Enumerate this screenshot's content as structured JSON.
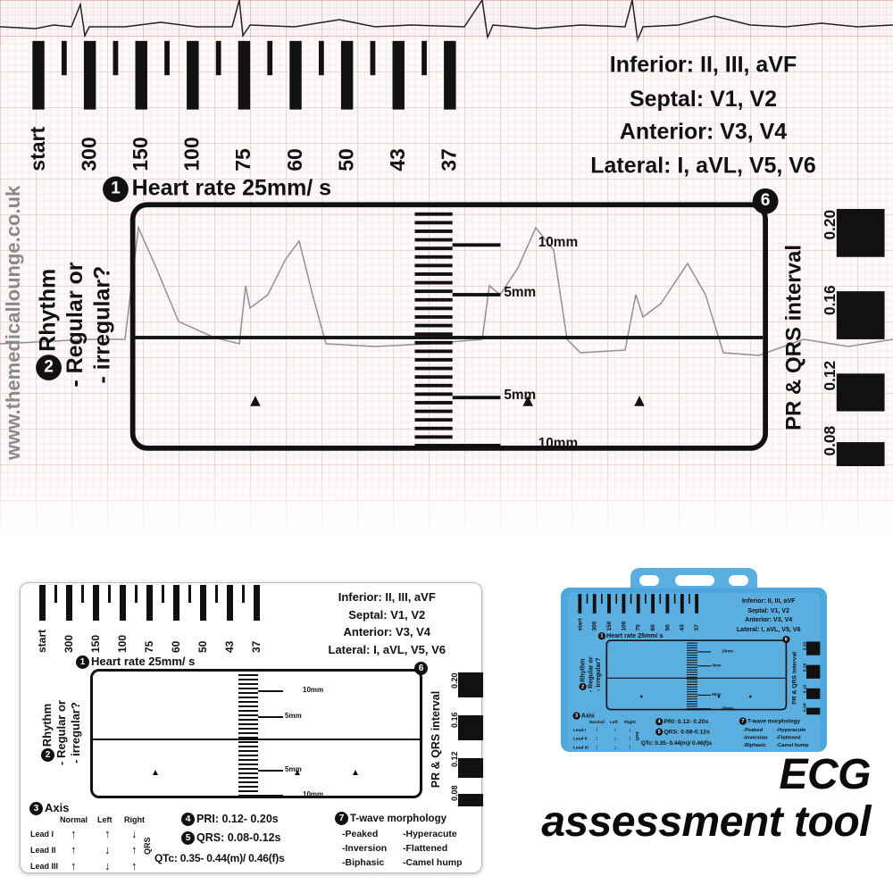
{
  "card": {
    "ruler_labels": [
      "start",
      "300",
      "150",
      "100",
      "75",
      "60",
      "50",
      "43",
      "37"
    ],
    "territories": [
      "Inferior: II, III, aVF",
      "Septal: V1, V2",
      "Anterior: V3, V4",
      "Lateral: I, aVL, V5, V6"
    ],
    "heart_rate": {
      "number": "1",
      "label": "Heart rate 25mm/ s"
    },
    "rhythm": {
      "number": "2",
      "title": "Rhythm",
      "line1": "- Regular or",
      "line2": "- irregular?"
    },
    "box_number": "6",
    "mm_labels": [
      "10mm",
      "5mm",
      "5mm",
      "10mm"
    ],
    "interval": {
      "title": "PR & QRS interval",
      "values": [
        "0.20",
        "0.16",
        "0.12",
        "0.08"
      ]
    },
    "axis": {
      "number": "3",
      "title": "Axis",
      "columns": [
        "Normal",
        "Left",
        "Right"
      ],
      "leads": [
        "Lead I",
        "Lead II",
        "Lead III"
      ],
      "arrows": [
        [
          "↑",
          "↑",
          "↓"
        ],
        [
          "↑",
          "↓",
          "↑"
        ],
        [
          "↑",
          "↓",
          "↑"
        ]
      ],
      "qrs_label": "QRS"
    },
    "pri": {
      "number": "4",
      "label": "PRI: 0.12- 0.20s"
    },
    "qrs": {
      "number": "5",
      "label": "QRS: 0.08-0.12s"
    },
    "qtc": "QTc: 0.35- 0.44(m)/ 0.46(f)s",
    "twave": {
      "number": "7",
      "title": "T-wave morphology",
      "items": [
        "-Peaked",
        "-Hyperacute",
        "-Inversion",
        "-Flattened",
        "-Biphasic",
        "-Camel hump"
      ]
    }
  },
  "watermark": "www.themedicallounge.co.uk",
  "headline": {
    "line1": "ECG",
    "line2": "assessment tool"
  },
  "colors": {
    "card_blue": "#5aaee0",
    "ecg_grid": "#c87882"
  }
}
